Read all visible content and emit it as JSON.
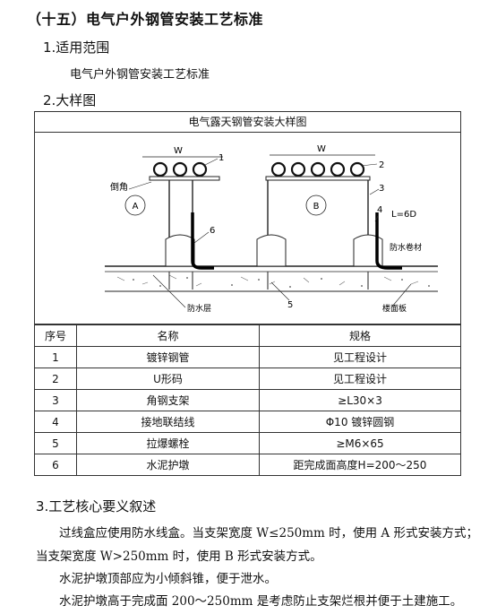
{
  "title": "（十五）电气户外钢管安装工艺标准",
  "section1": {
    "heading": "1.适用范围",
    "text": "电气户外钢管安装工艺标准"
  },
  "section2": {
    "heading": "2.大样图"
  },
  "figure": {
    "title": "电气露天钢管安装大样图",
    "labels": {
      "w_left": "W",
      "w_right": "W",
      "n1": "1",
      "n2": "2",
      "n3": "3",
      "n4": "4",
      "n5": "5",
      "n6": "6",
      "type_a": "A",
      "type_b": "B",
      "chamfer": "倒角",
      "l6d": "L=6D",
      "waterproof_roll": "防水卷材",
      "waterproof_layer": "防水层",
      "floor_slab": "楼面板"
    }
  },
  "table": {
    "headers": [
      "序号",
      "名称",
      "规格"
    ],
    "rows": [
      [
        "1",
        "镀锌钢管",
        "见工程设计"
      ],
      [
        "2",
        "U形码",
        "见工程设计"
      ],
      [
        "3",
        "角钢支架",
        "≥L30×3"
      ],
      [
        "4",
        "接地联结线",
        "Φ10 镀锌圆钢"
      ],
      [
        "5",
        "拉爆螺栓",
        "≥M6×65"
      ],
      [
        "6",
        "水泥护墩",
        "距完成面高度H=200～250"
      ]
    ]
  },
  "section3": {
    "heading": "3.工艺核心要义叙述",
    "lines": [
      "过线盒应使用防水线盒。当支架宽度 W≤250mm 时，使用 A 形式安装方式；",
      "当支架宽度 W>250mm 时，使用 B 形式安装方式。",
      "水泥护墩顶部应为小倾斜锥，便于泄水。",
      "水泥护墩高于完成面 200～250mm 是考虑防止支架烂根并便于土建施工。"
    ]
  }
}
